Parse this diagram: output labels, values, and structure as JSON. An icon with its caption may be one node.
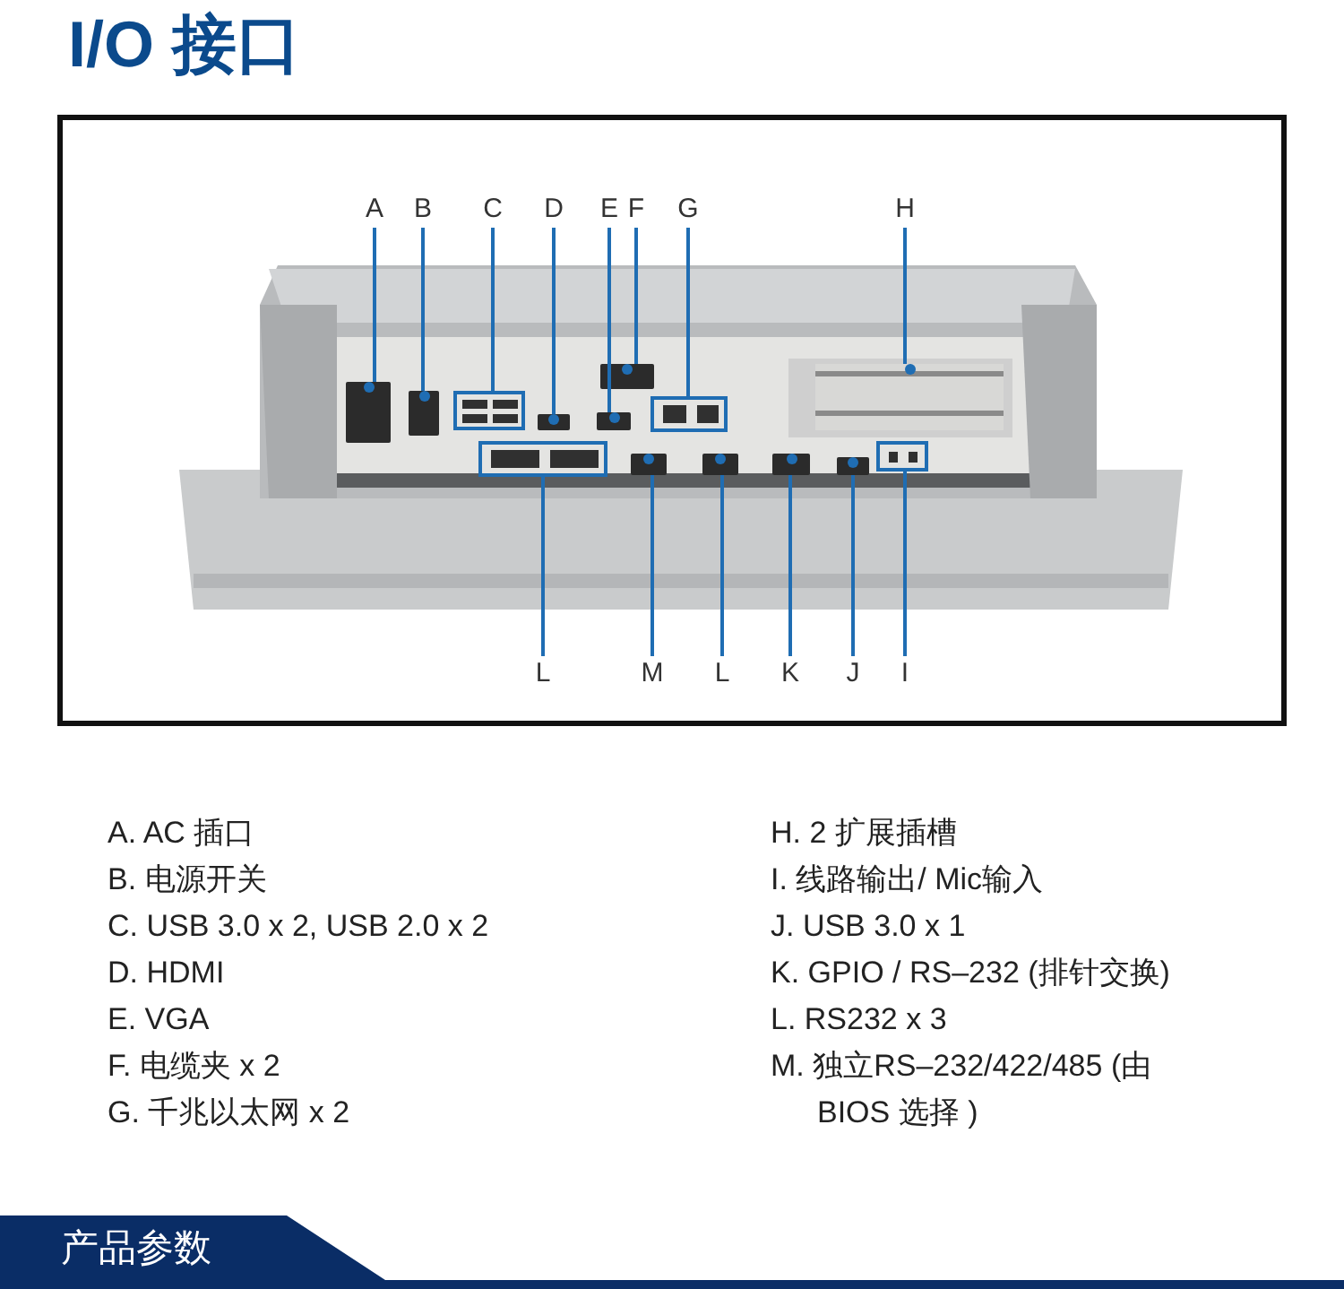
{
  "diagram": {
    "title": "I/O 接口",
    "nodes": [
      {
        "text": [
          "A"
        ]
      },
      {
        "text": [
          "B"
        ]
      },
      {
        "text": [
          "C"
        ]
      },
      {
        "text": [
          "D"
        ]
      },
      {
        "text": [
          "E"
        ]
      },
      {
        "text": [
          "F"
        ]
      },
      {
        "text": [
          "G"
        ]
      },
      {
        "text": [
          "H"
        ]
      },
      {
        "text": [
          "L"
        ]
      },
      {
        "text": [
          "M"
        ]
      },
      {
        "text": [
          "L"
        ]
      },
      {
        "text": [
          "K"
        ]
      },
      {
        "text": [
          "J"
        ]
      },
      {
        "text": [
          "I"
        ]
      },
      {
        "text": [],
        "shape": "box"
      },
      {
        "text": [],
        "shape": "box"
      },
      {
        "text": [],
        "shape": "box"
      },
      {
        "text": [],
        "shape": "box"
      },
      {
        "text": [],
        "shape": "box"
      },
      {
        "text": [],
        "shape": "box"
      },
      {
        "text": [],
        "shape": "box"
      },
      {
        "text": [],
        "shape": "box"
      },
      {
        "text": [],
        "shape": "box"
      },
      {
        "text": [],
        "shape": "box"
      },
      {
        "text": [],
        "shape": "box"
      },
      {
        "text": [],
        "shape": "box"
      },
      {
        "text": [],
        "shape": "box"
      },
      {
        "text": [],
        "shape": "box"
      },
      {
        "text": [
          "产品参数"
        ]
      }
    ],
    "edges": [
      {
        "from": 0,
        "to": 14,
        "arrow": "none"
      },
      {
        "from": 1,
        "to": 15,
        "arrow": "none"
      },
      {
        "from": 2,
        "to": 16,
        "arrow": "none"
      },
      {
        "from": 3,
        "to": 17,
        "arrow": "none"
      },
      {
        "from": 4,
        "to": 18,
        "arrow": "none"
      },
      {
        "from": 5,
        "to": 19,
        "arrow": "none"
      },
      {
        "from": 6,
        "to": 20,
        "arrow": "none"
      },
      {
        "from": 7,
        "to": 21,
        "arrow": "none"
      },
      {
        "from": 8,
        "to": 22,
        "arrow": "none"
      },
      {
        "from": 9,
        "to": 23,
        "arrow": "none"
      },
      {
        "from": 10,
        "to": 24,
        "arrow": "none"
      },
      {
        "from": 11,
        "to": 25,
        "arrow": "none"
      },
      {
        "from": 12,
        "to": 26,
        "arrow": "none"
      },
      {
        "from": 13,
        "to": 27,
        "arrow": "none"
      }
    ],
    "labels": [
      "A. AC 插口",
      "B. 电源开关",
      "C. USB 3.0 x 2, USB 2.0 x 2",
      "D. HDMI",
      "E. VGA",
      "F. 电缆夹 x 2",
      "G. 千兆以太网 x 2",
      "H. 2 扩展插槽",
      "I. 线路输出/ Mic输入",
      "J. USB 3.0 x 1",
      "K. GPIO / RS–232 (排针交换)",
      "L. RS232 x 3",
      "M. 独立RS–232/422/485 (由BIOS 选择 )"
    ]
  }
}
